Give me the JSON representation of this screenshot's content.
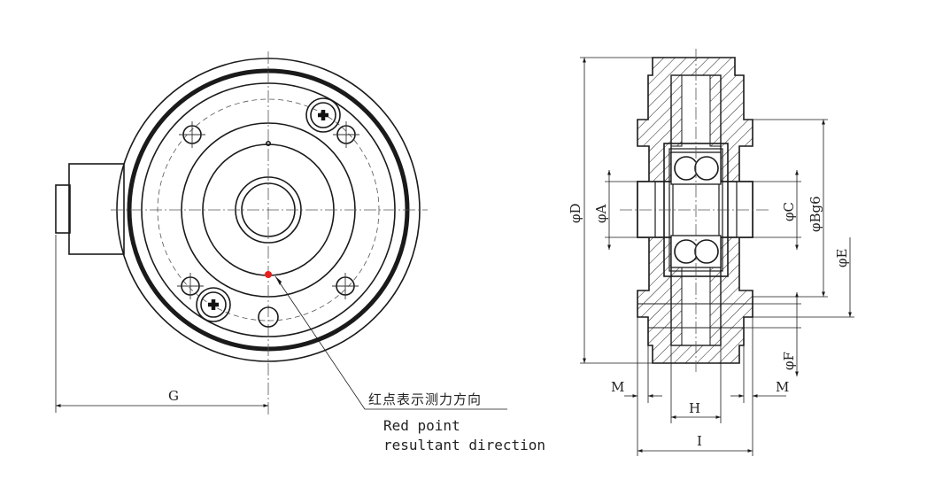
{
  "annotation": {
    "chinese": "红点表示测力方向",
    "line1": "Red point",
    "line2": "resultant direction",
    "red_point_color": "#e8201c"
  },
  "dimensions": {
    "G": "G",
    "D": "φD",
    "A": "φA",
    "C": "φC",
    "B": "φBg6",
    "E": "φE",
    "F": "φF",
    "M_left": "M",
    "M_right": "M",
    "H": "H",
    "I": "I"
  }
}
